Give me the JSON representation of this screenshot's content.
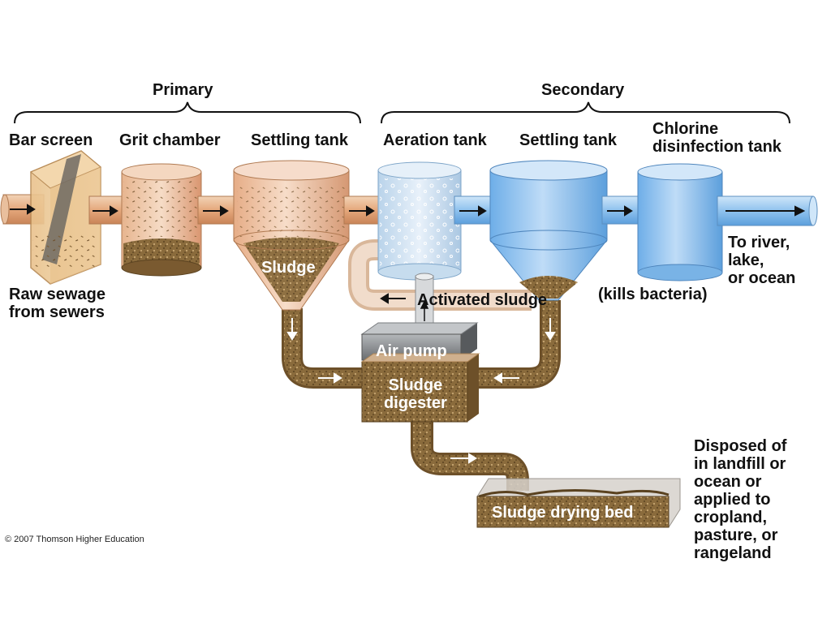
{
  "header": {
    "primary": "Primary",
    "secondary": "Secondary"
  },
  "stages": {
    "bar_screen": "Bar screen",
    "grit_chamber": "Grit chamber",
    "settling_tank_primary": "Settling tank",
    "aeration_tank": "Aeration tank",
    "settling_tank_secondary": "Settling tank",
    "chlorine_tank": "Chlorine\ndisinfection tank"
  },
  "annotations": {
    "raw_sewage": "Raw sewage\nfrom sewers",
    "to_river": "To river,\nlake,\nor ocean",
    "kills_bacteria": "(kills bacteria)",
    "sludge": "Sludge",
    "activated_sludge": "Activated sludge",
    "air_pump": "Air pump",
    "sludge_digester": "Sludge\ndigester",
    "sludge_drying_bed": "Sludge drying bed",
    "disposal": "Disposed of\nin landfill or\nocean or\napplied to\ncropland,\npasture, or\nrangeland"
  },
  "copyright": "© 2007 Thomson Higher Education",
  "colors": {
    "pipe_warm": "#e7b08a",
    "pipe_cool": "#9fc9ea",
    "sludge": "#8a6b3c",
    "tank_blue": "#8ec3f0",
    "pump_gray": "#6f7275"
  }
}
